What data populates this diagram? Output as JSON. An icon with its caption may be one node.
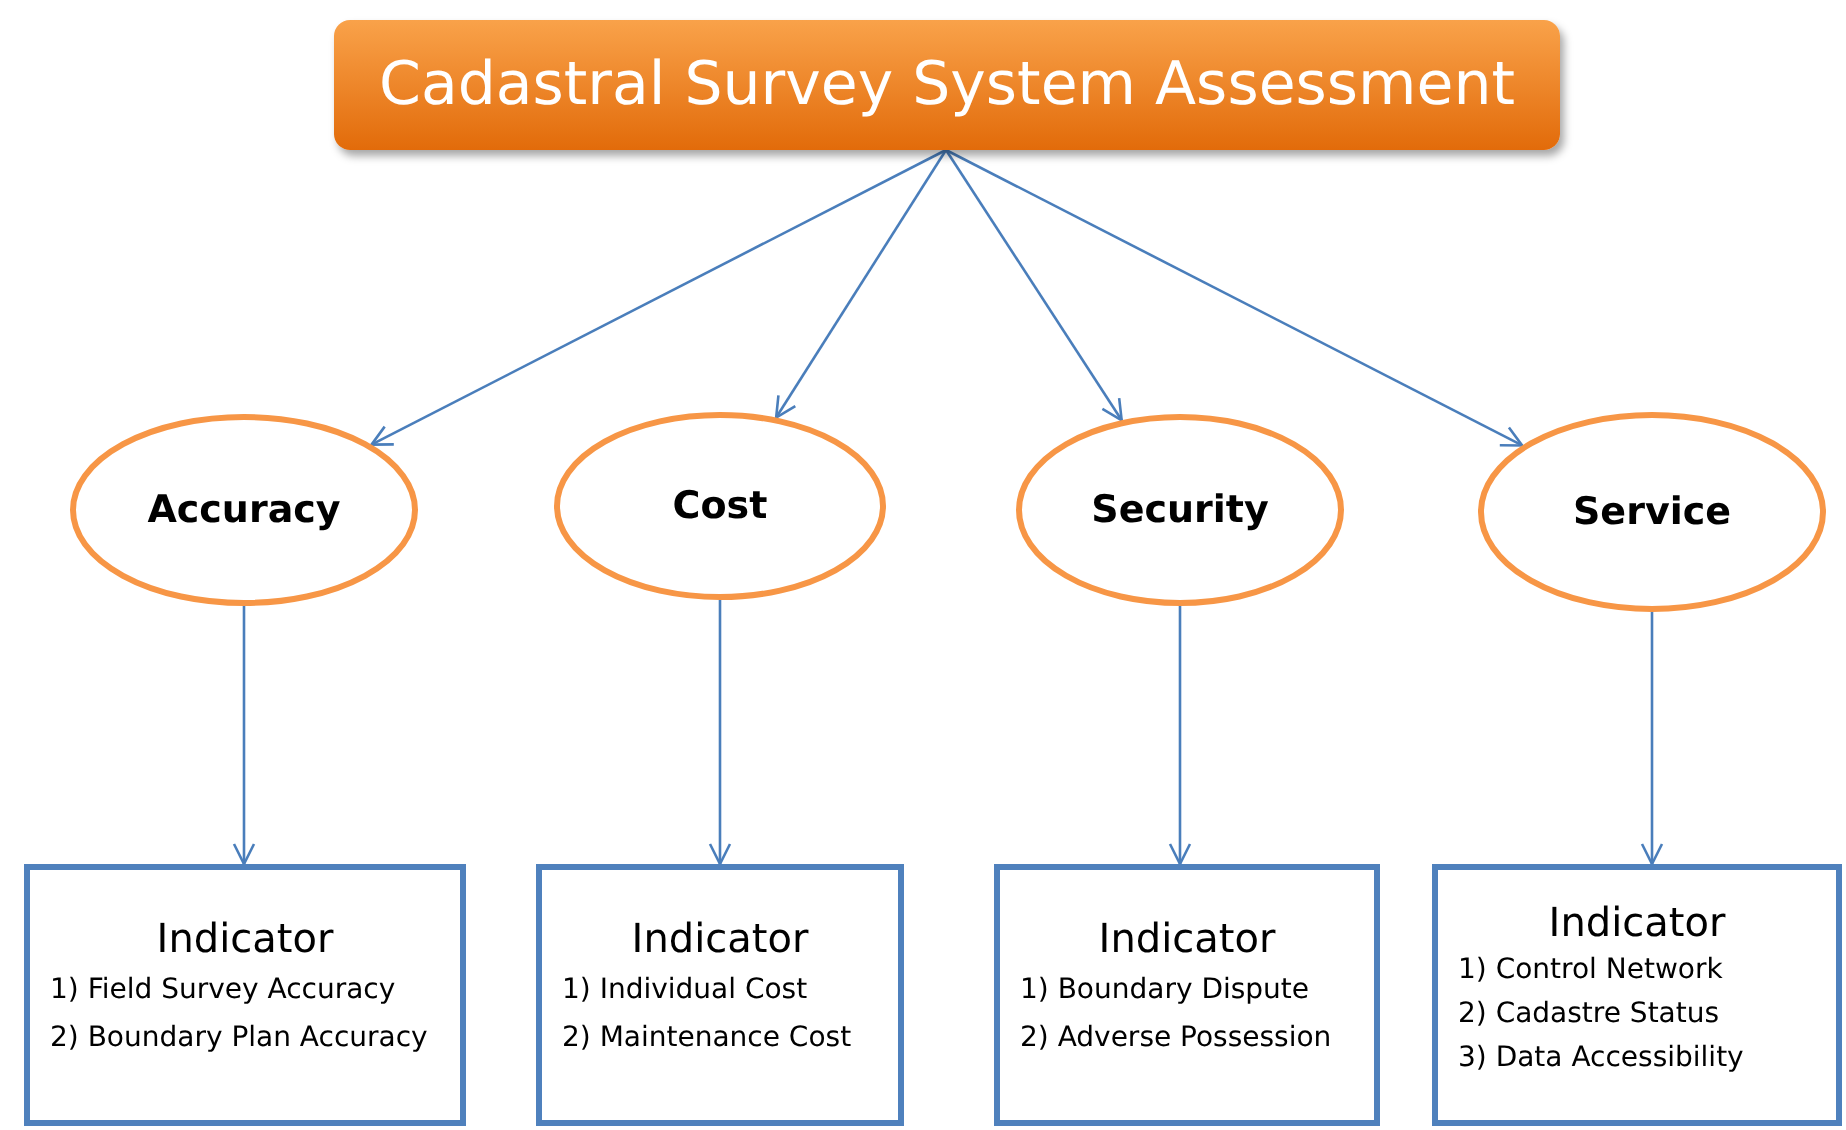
{
  "diagram": {
    "nodes": [
      {
        "text": [
          "Cadastral Survey System Assessment"
        ]
      },
      {
        "text": [
          "Accuracy"
        ]
      },
      {
        "text": [
          "Cost"
        ]
      },
      {
        "text": [
          "Security"
        ]
      },
      {
        "text": [
          "Service"
        ]
      },
      {
        "text": [
          "Indicator",
          "1) Field Survey Accuracy",
          "2) Boundary Plan Accuracy"
        ]
      },
      {
        "text": [
          "Indicator",
          "1) Individual Cost",
          "2) Maintenance Cost"
        ]
      },
      {
        "text": [
          "Indicator",
          "1) Boundary Dispute",
          "2) Adverse Possession"
        ]
      },
      {
        "text": [
          "Indicator",
          "1) Control Network",
          "2) Cadastre Status",
          "3) Data Accessibility"
        ]
      }
    ],
    "edges": [
      {
        "from": 0,
        "to": 1,
        "arrow": "to"
      },
      {
        "from": 0,
        "to": 2,
        "arrow": "to"
      },
      {
        "from": 0,
        "to": 3,
        "arrow": "to"
      },
      {
        "from": 0,
        "to": 4,
        "arrow": "to"
      },
      {
        "from": 1,
        "to": 5,
        "arrow": "to"
      },
      {
        "from": 2,
        "to": 6,
        "arrow": "to"
      },
      {
        "from": 3,
        "to": 7,
        "arrow": "to"
      },
      {
        "from": 4,
        "to": 8,
        "arrow": "to"
      }
    ]
  }
}
